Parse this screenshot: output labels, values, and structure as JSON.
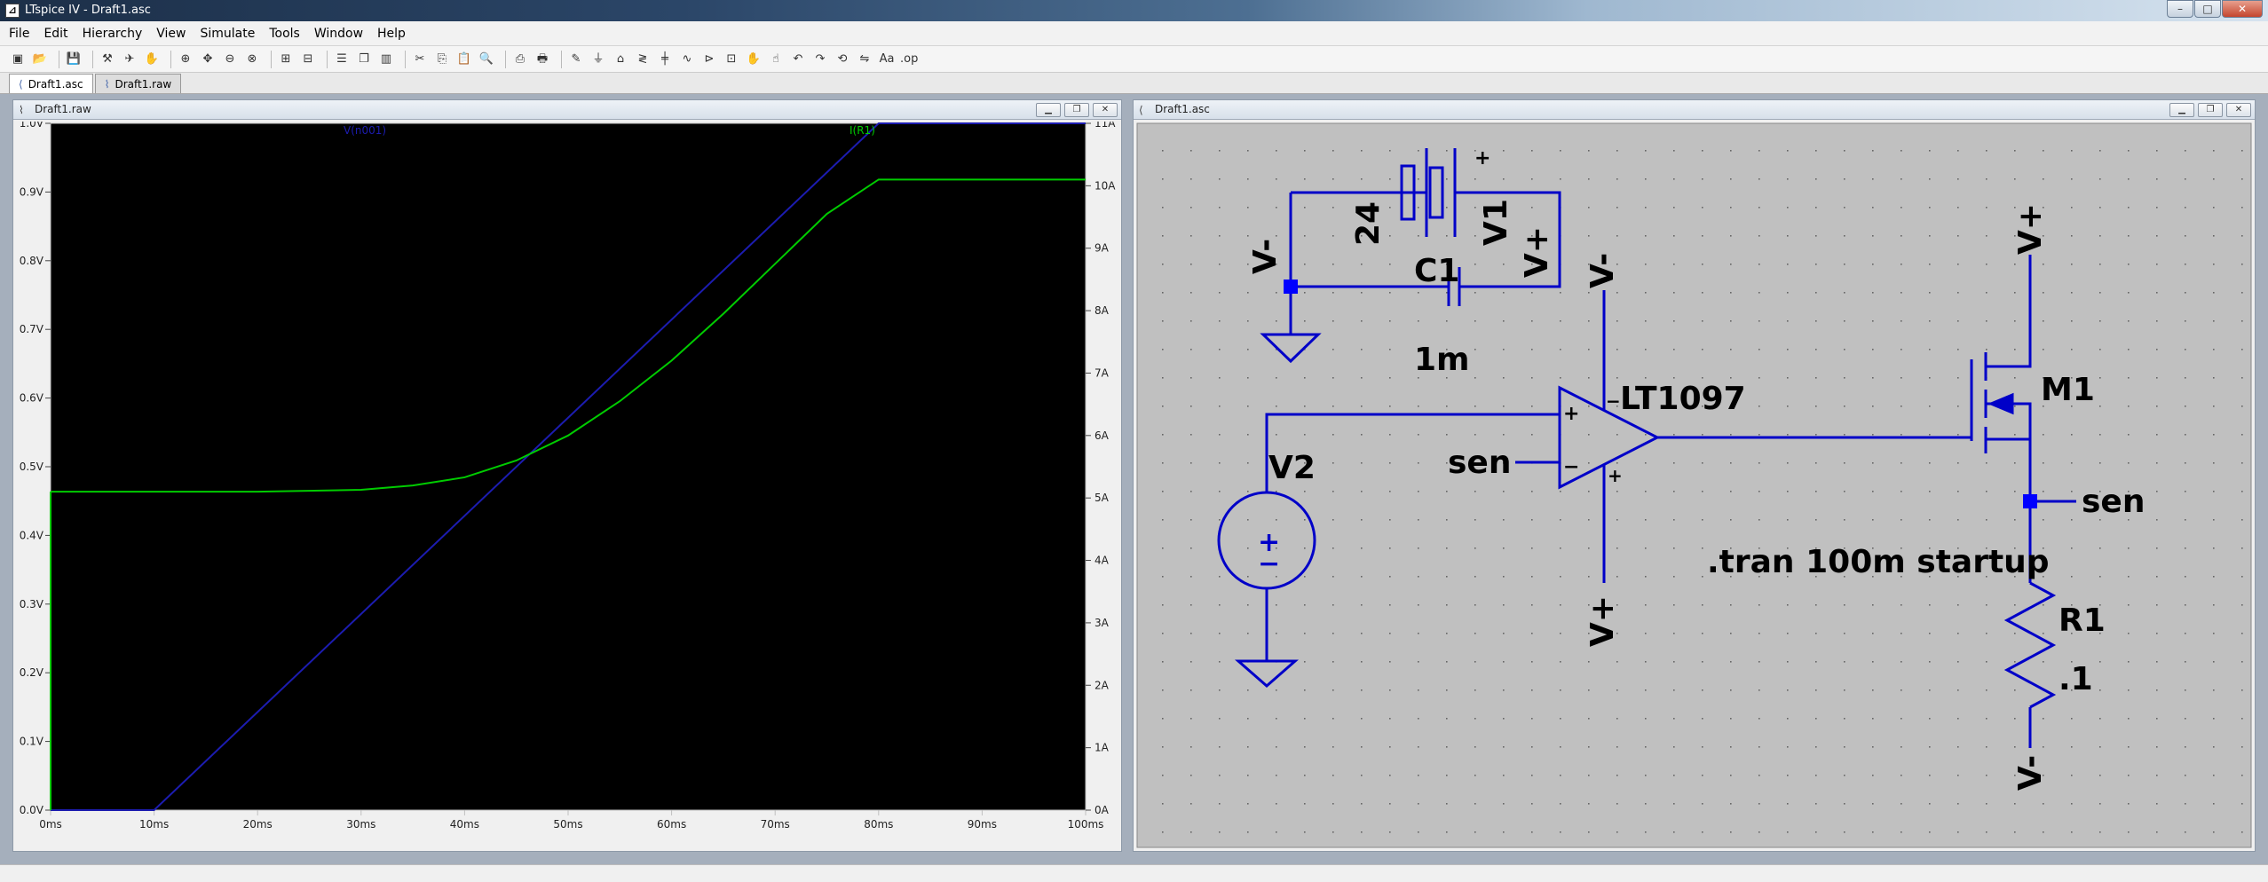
{
  "app": {
    "title": "LTspice IV - Draft1.asc"
  },
  "titlebar": {
    "minimize": "–",
    "maximize": "□",
    "close": "✕"
  },
  "menus": [
    "File",
    "Edit",
    "Hierarchy",
    "View",
    "Simulate",
    "Tools",
    "Window",
    "Help"
  ],
  "toolbar": {
    "icons": [
      "new-schematic-icon",
      "open-icon",
      "save-icon",
      "control-panel-icon",
      "run-icon",
      "halt-icon",
      "zoom-in-icon",
      "pan-icon",
      "zoom-out-icon",
      "zoom-fit-icon",
      "autorange-icon",
      "delete-plot-icon",
      "tile-horizontal-icon",
      "cascade-icon",
      "tile-vertical-icon",
      "cut-icon",
      "copy-icon",
      "paste-icon",
      "find-icon",
      "print-preview-icon",
      "print-icon",
      "wire-icon",
      "ground-icon",
      "label-icon",
      "resistor-icon",
      "capacitor-icon",
      "inductor-icon",
      "diode-icon",
      "component-icon",
      "move-icon",
      "drag-icon",
      "undo-icon",
      "redo-icon",
      "rotate-icon",
      "mirror-icon",
      "text-icon",
      "spice-directive-icon"
    ],
    "text_icon": "Aa",
    "directive_icon": ".op"
  },
  "tabs": [
    {
      "label": "Draft1.asc",
      "active": true
    },
    {
      "label": "Draft1.raw",
      "active": false
    }
  ],
  "waveform_window": {
    "title": "Draft1.raw"
  },
  "schematic_window": {
    "title": "Draft1.asc"
  },
  "chart_data": {
    "type": "line",
    "series": [
      {
        "name": "V(n001)",
        "color": "#1c1cb0",
        "axis": "left",
        "x": [
          0,
          10,
          80,
          100
        ],
        "values": [
          0.0,
          0.0,
          1.0,
          1.0
        ]
      },
      {
        "name": "I(R1)",
        "color": "#00cc00",
        "axis": "right",
        "x": [
          0,
          10,
          20,
          30,
          35,
          40,
          45,
          50,
          55,
          60,
          65,
          70,
          75,
          80,
          90,
          100
        ],
        "values": [
          5.1,
          5.1,
          5.1,
          5.13,
          5.2,
          5.33,
          5.6,
          6.0,
          6.55,
          7.2,
          7.95,
          8.75,
          9.55,
          10.1,
          10.1,
          10.1
        ]
      }
    ],
    "x_ticks": [
      "0ms",
      "10ms",
      "20ms",
      "30ms",
      "40ms",
      "50ms",
      "60ms",
      "70ms",
      "80ms",
      "90ms",
      "100ms"
    ],
    "y_left_ticks": [
      "0.0V",
      "0.1V",
      "0.2V",
      "0.3V",
      "0.4V",
      "0.5V",
      "0.6V",
      "0.7V",
      "0.8V",
      "0.9V",
      "1.0V"
    ],
    "y_right_ticks": [
      "0A",
      "1A",
      "2A",
      "3A",
      "4A",
      "5A",
      "6A",
      "7A",
      "8A",
      "9A",
      "10A",
      "11A"
    ],
    "xlim": [
      0,
      100
    ],
    "ylim_left": [
      0,
      1.0
    ],
    "ylim_right": [
      0,
      11
    ],
    "grid": false,
    "background": "#000000",
    "axis_color": "#c0c0c0"
  },
  "schematic": {
    "colors": {
      "wire": "#0000c8",
      "background": "#c0c0c0",
      "junction": "#0000ff",
      "text": "#000000"
    },
    "labels": {
      "v1_name": "V1",
      "v1_value": "24",
      "c1_name": "C1",
      "c1_value": "1m",
      "v2_name": "V2",
      "u1_name": "LT1097",
      "m1_name": "M1",
      "r1_name": "R1",
      "r1_value": ".1",
      "directive": ".tran 100m startup",
      "net_vminus_top": "V-",
      "net_vplus_top": "V+",
      "net_vminus_opamp": "V-",
      "net_vplus_opamp": "V+",
      "net_sen_in": "sen",
      "net_sen_out": "sen",
      "net_vplus_m1": "V+",
      "net_vminus_r1": "V-",
      "plus_sign": "+",
      "minus_sign": "−"
    }
  }
}
